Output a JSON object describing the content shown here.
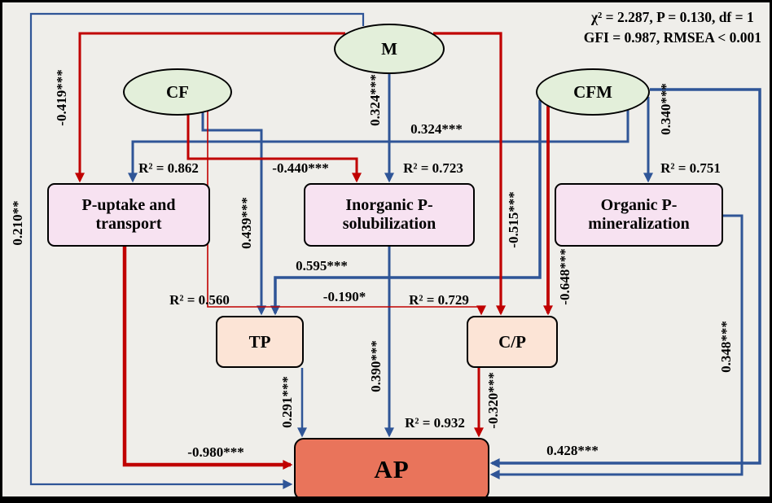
{
  "stats": {
    "line1": "χ² = 2.287, P = 0.130, df = 1",
    "line2": "GFI = 0.987, RMSEA < 0.001"
  },
  "nodes": {
    "m": "M",
    "cf": "CF",
    "cfm": "CFM",
    "p_uptake": "P-uptake and transport",
    "inorganic": "Inorganic P-solubilization",
    "organic": "Organic P-mineralization",
    "tp": "TP",
    "cp": "C/P",
    "ap": "AP"
  },
  "r2": {
    "p_uptake": "R² = 0.862",
    "inorganic": "R² = 0.723",
    "organic": "R² = 0.751",
    "tp": "R² = 0.560",
    "cp": "R² = 0.729",
    "ap": "R² = 0.932"
  },
  "edges": [
    {
      "label": "-0.419***",
      "from": "M",
      "to": "P-uptake and transport",
      "sign": "negative"
    },
    {
      "label": "0.210**",
      "from": "M",
      "to": "AP",
      "sign": "positive"
    },
    {
      "label": "0.324***",
      "from": "M",
      "to": "Inorganic P-solubilization",
      "sign": "positive"
    },
    {
      "label": "0.324***",
      "from": "CFM",
      "to": "P-uptake and transport",
      "sign": "positive"
    },
    {
      "label": "0.340***",
      "from": "CFM",
      "to": "Organic P-mineralization",
      "sign": "positive"
    },
    {
      "label": "-0.440***",
      "from": "CF",
      "to": "Inorganic P-solubilization",
      "sign": "negative"
    },
    {
      "label": "0.439***",
      "from": "CF",
      "to": "TP",
      "sign": "positive"
    },
    {
      "label": "-0.515***",
      "from": "M",
      "to": "C/P",
      "sign": "negative"
    },
    {
      "label": "0.595***",
      "from": "CFM",
      "to": "TP",
      "sign": "positive"
    },
    {
      "label": "-0.190*",
      "from": "CF",
      "to": "C/P",
      "sign": "negative"
    },
    {
      "label": "-0.648***",
      "from": "CFM",
      "to": "C/P",
      "sign": "negative"
    },
    {
      "label": "0.348***",
      "from": "Organic P-mineralization",
      "to": "AP",
      "sign": "positive"
    },
    {
      "label": "0.291***",
      "from": "TP",
      "to": "AP",
      "sign": "positive"
    },
    {
      "label": "0.390***",
      "from": "Inorganic P-solubilization",
      "to": "AP",
      "sign": "positive"
    },
    {
      "label": "-0.320***",
      "from": "C/P",
      "to": "AP",
      "sign": "negative"
    },
    {
      "label": "-0.980***",
      "from": "P-uptake and transport",
      "to": "AP",
      "sign": "negative"
    },
    {
      "label": "0.428***",
      "from": "CFM",
      "to": "AP",
      "sign": "positive"
    }
  ],
  "colors": {
    "positive_line": "#2F5597",
    "negative_line": "#C00000",
    "ellipse_fill": "#E3EFDA",
    "process_box_fill": "#F7E2F1",
    "ratio_box_fill": "#FCE4D6",
    "ap_box_fill": "#E9745B",
    "background": "#EFEEEA"
  }
}
